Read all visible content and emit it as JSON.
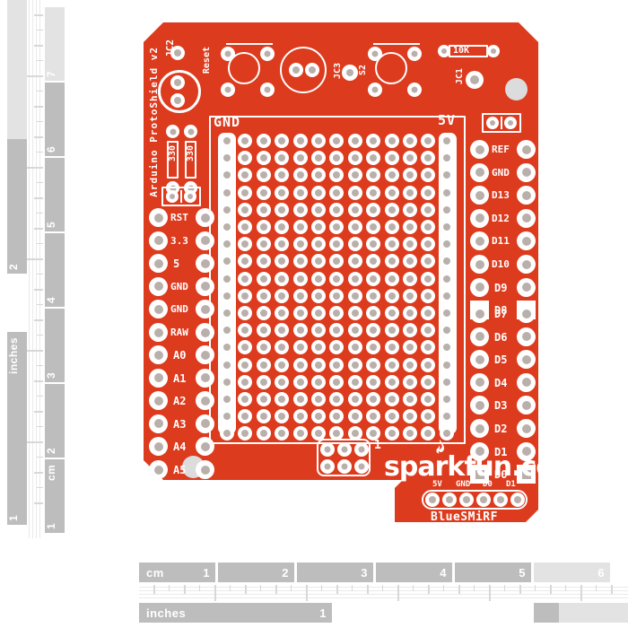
{
  "product": {
    "name": "Arduino ProtoShield v2",
    "brand": "sparkfun.com",
    "board_color": "#DC3B1E",
    "silkscreen_color": "#FFFFFF",
    "pad_color": "#B9B0AC"
  },
  "silkscreen": {
    "board_title": "Arduino ProtoShield v2",
    "rail_gnd": "GND",
    "rail_5v": "5V",
    "reset_label": "Reset",
    "resistor_330_a": "330",
    "resistor_330_b": "330",
    "resistor_10k": "10K",
    "jumper_jc1": "JC1",
    "jumper_jc2": "JC2",
    "jumper_jc3": "JC3",
    "switch_s2": "S2",
    "header_pin1": "1",
    "bluesmirf_label": "BlueSMiRF",
    "bluesmirf_pins": [
      "5V",
      "GND",
      "D0",
      "D1"
    ],
    "brand_text": "sparkfun.com"
  },
  "headers": {
    "power_left": {
      "labels": [
        "RST",
        "3.3",
        "5",
        "GND",
        "GND",
        "RAW"
      ]
    },
    "analog_left": {
      "labels": [
        "A0",
        "A1",
        "A2",
        "A3",
        "A4",
        "A5"
      ]
    },
    "digital_right_upper": {
      "labels": [
        "REF",
        "GND",
        "D13",
        "D12",
        "D11",
        "D10",
        "D9",
        "D8"
      ]
    },
    "digital_right_lower": {
      "labels": [
        "D7",
        "D6",
        "D5",
        "D4",
        "D3",
        "D2",
        "D1",
        "D0"
      ]
    }
  },
  "proto_grid": {
    "columns": 13,
    "rows": 18,
    "rail_left": "GND",
    "rail_right": "5V"
  },
  "ruler_vertical": {
    "cm_label": "cm",
    "cm_marks": [
      "1",
      "2",
      "3",
      "4",
      "5",
      "6",
      "7"
    ],
    "inches_label": "inches",
    "inch_marks": [
      "1",
      "2"
    ]
  },
  "ruler_horizontal": {
    "cm_label": "cm",
    "cm_marks": [
      "1",
      "2",
      "3",
      "4",
      "5",
      "6"
    ],
    "inches_label": "inches",
    "inch_marks": [
      "1"
    ]
  }
}
